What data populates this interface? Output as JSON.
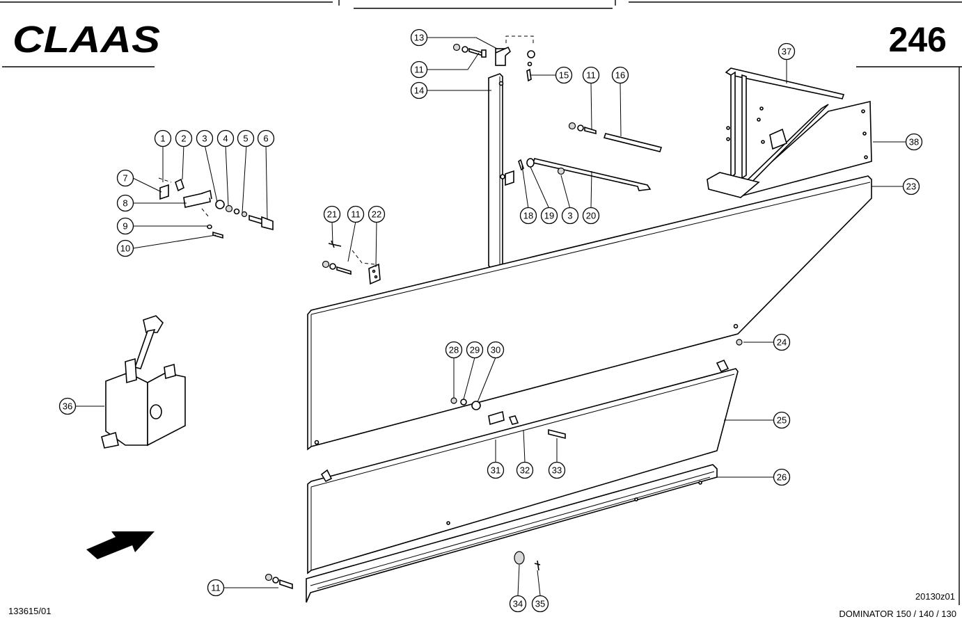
{
  "brand": "CLAAS",
  "page_number": "246",
  "drawing_code": "20130z01",
  "model": "DOMINATOR 150 / 140 / 130",
  "document_number": "133615/01",
  "callouts": [
    "1",
    "2",
    "3",
    "4",
    "5",
    "6",
    "7",
    "8",
    "9",
    "10",
    "11",
    "11",
    "11",
    "11",
    "13",
    "14",
    "15",
    "16",
    "18",
    "19",
    "3",
    "20",
    "21",
    "22",
    "23",
    "24",
    "25",
    "26",
    "28",
    "29",
    "30",
    "31",
    "32",
    "33",
    "34",
    "35",
    "36",
    "37",
    "38"
  ]
}
